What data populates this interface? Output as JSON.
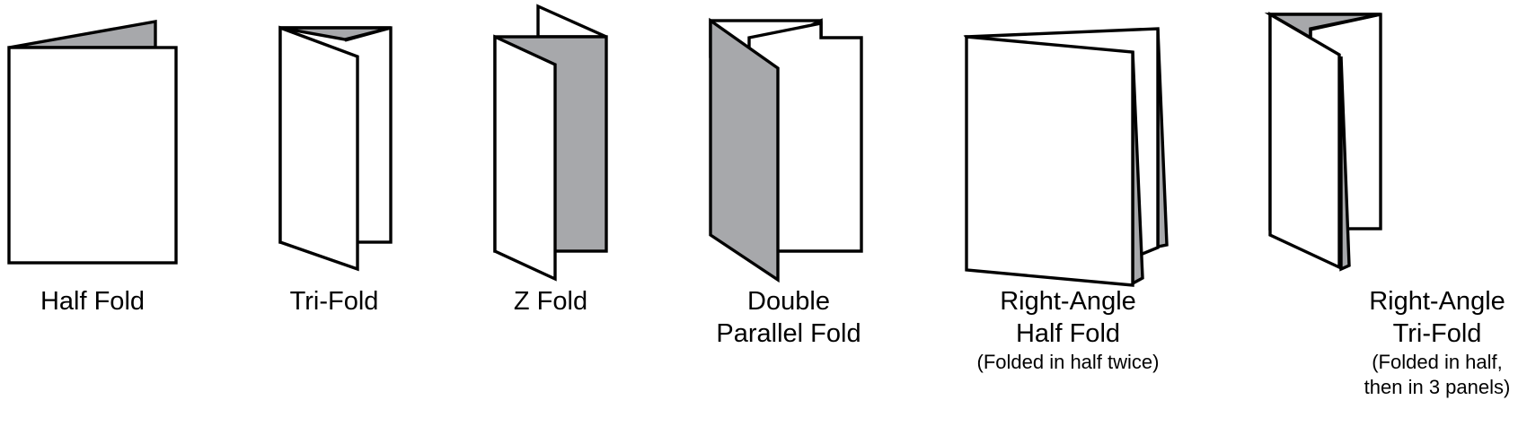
{
  "colors": {
    "paper": "#ffffff",
    "shade": "#a7a8ab",
    "outline": "#000000"
  },
  "folds": [
    {
      "id": "half-fold",
      "title": "Half Fold",
      "subtitle_lines": []
    },
    {
      "id": "tri-fold",
      "title": "Tri-Fold",
      "subtitle_lines": []
    },
    {
      "id": "z-fold",
      "title": "Z Fold",
      "subtitle_lines": []
    },
    {
      "id": "double-parallel-fold",
      "title_lines": [
        "Double",
        "Parallel Fold"
      ],
      "subtitle_lines": []
    },
    {
      "id": "right-angle-half-fold",
      "title_lines": [
        "Right-Angle",
        "Half Fold"
      ],
      "subtitle_lines": [
        "(Folded in half twice)"
      ]
    },
    {
      "id": "right-angle-tri-fold",
      "title_lines": [
        "Right-Angle",
        "Tri-Fold"
      ],
      "subtitle_lines": [
        "(Folded in half,",
        "then in 3 panels)"
      ]
    }
  ]
}
